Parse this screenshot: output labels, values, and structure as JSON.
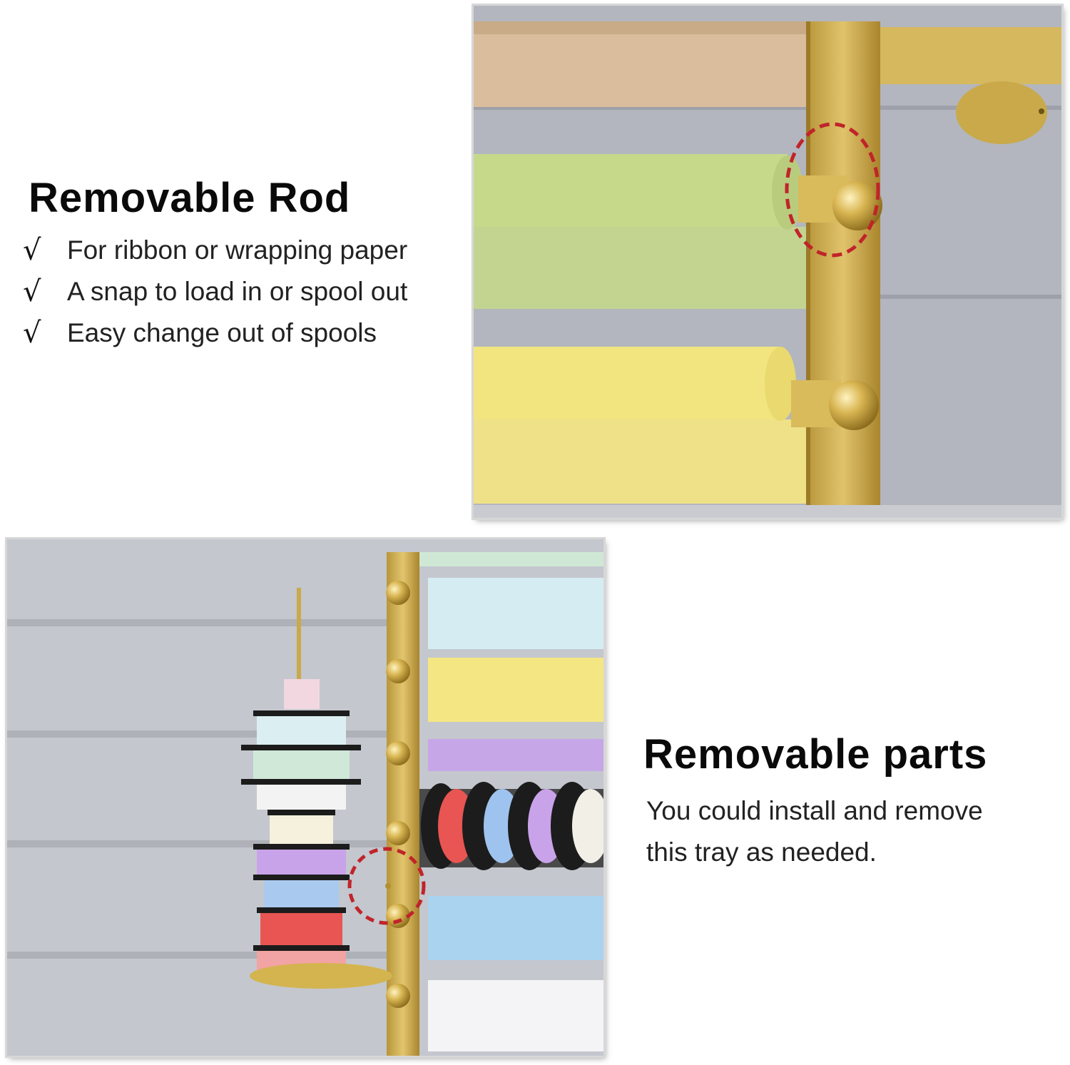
{
  "top_section": {
    "title": "Removable Rod",
    "check_icon": "checkmark-icon",
    "features": [
      "For ribbon or wrapping paper",
      "A snap to load in or spool out",
      "Easy change out of spools"
    ]
  },
  "bottom_section": {
    "title": "Removable parts",
    "description_lines": [
      "You could install and remove",
      "this tray as needed."
    ]
  },
  "colors": {
    "brass": "#c9a94a",
    "highlight_circle": "#c0242a"
  }
}
